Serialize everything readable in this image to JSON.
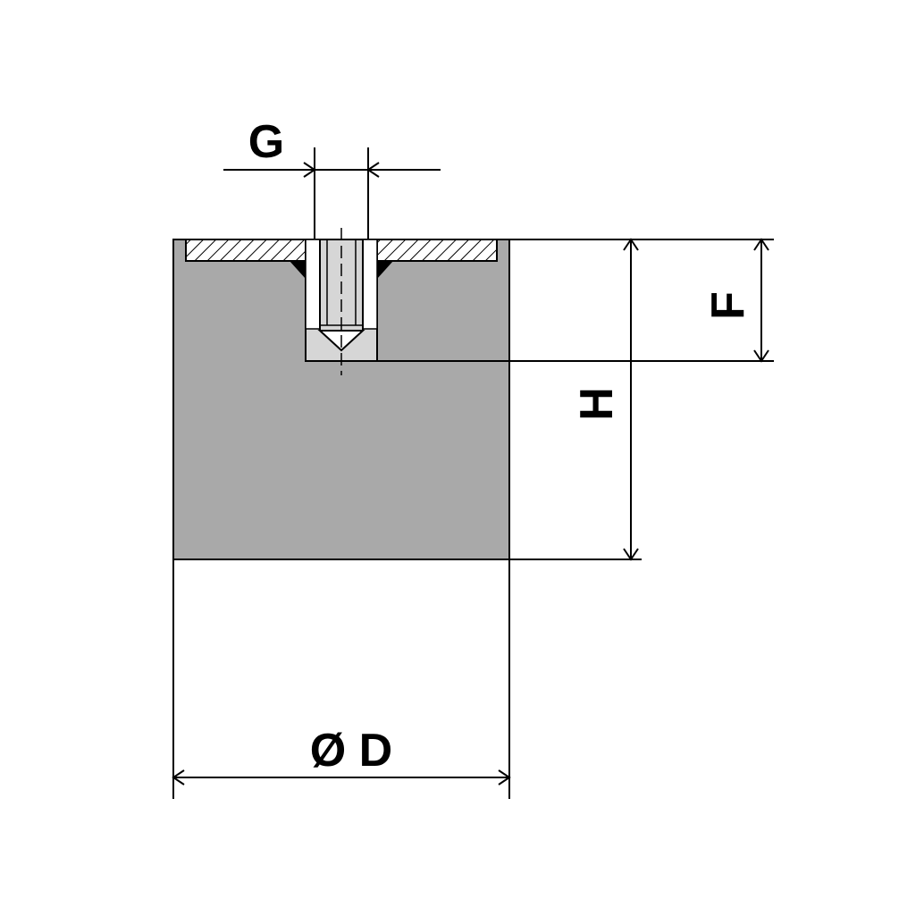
{
  "labels": {
    "thread": "G",
    "thread_depth": "F",
    "height": "H",
    "diameter": "Ø D"
  },
  "colors": {
    "rubber_body": "#a9a9a9",
    "bore": "#d6d6d6",
    "line": "#000000",
    "background": "#ffffff"
  }
}
